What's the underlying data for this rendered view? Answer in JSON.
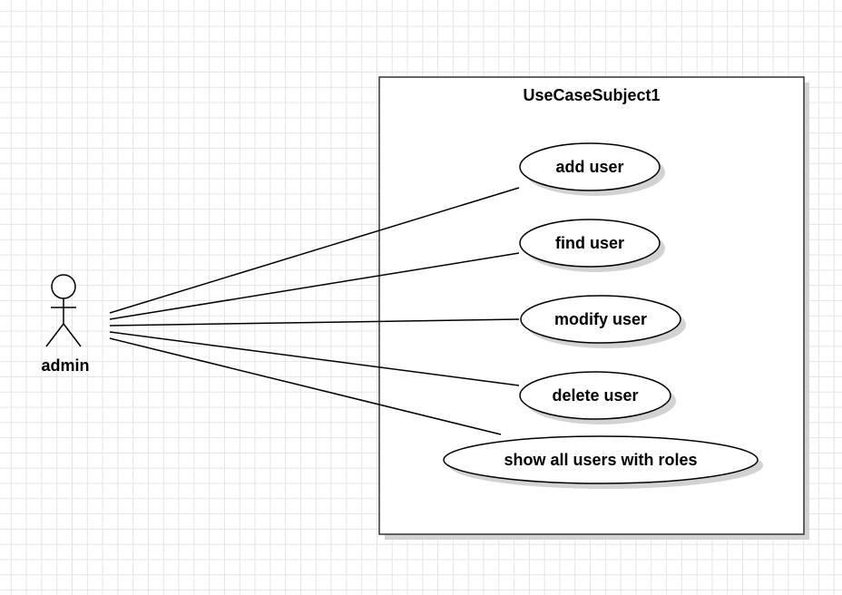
{
  "subject": {
    "title": "UseCaseSubject1"
  },
  "actor": {
    "name": "admin"
  },
  "use_cases": [
    {
      "label": "add user"
    },
    {
      "label": "find user"
    },
    {
      "label": "modify user"
    },
    {
      "label": "delete user"
    },
    {
      "label": "show all users with roles"
    }
  ]
}
